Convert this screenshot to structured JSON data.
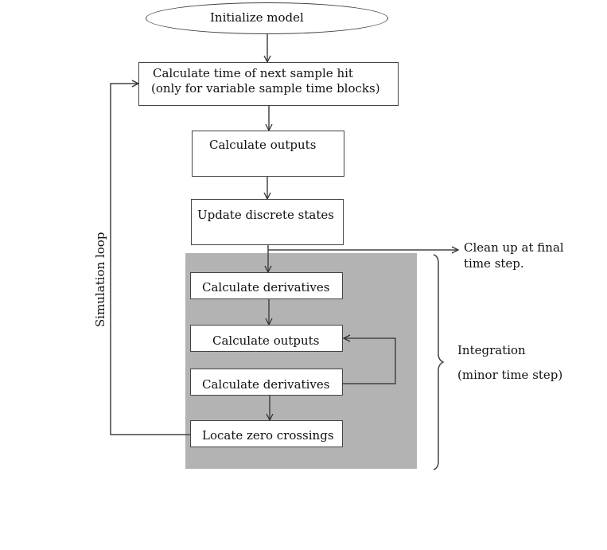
{
  "diagram": {
    "start": "Initialize model",
    "steps": {
      "next_sample_hit_line1": "Calculate time of next sample hit",
      "next_sample_hit_line2": "(only for variable sample time blocks)",
      "calc_outputs": "Calculate outputs",
      "update_discrete": "Update discrete states"
    },
    "integration_steps": {
      "calc_derivatives_1": "Calculate derivatives",
      "calc_outputs": "Calculate outputs",
      "calc_derivatives_2": "Calculate derivatives",
      "locate_zero_crossings": "Locate zero crossings"
    },
    "labels": {
      "simulation_loop": "Simulation loop",
      "cleanup_line1": "Clean up at final",
      "cleanup_line2": "time step.",
      "integration_line1": "Integration",
      "integration_line2": "(minor time step)"
    },
    "colors": {
      "integration_region": "#b3b3b3",
      "line": "#444444"
    }
  }
}
